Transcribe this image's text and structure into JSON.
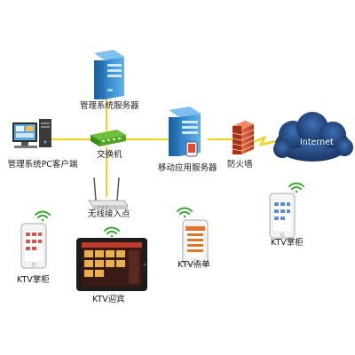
{
  "nodes": {
    "mgmt_server": "管理系统服务器",
    "switch": "交换机",
    "mgmt_pc": "管理系统PC客户端",
    "mobile_server": "移动应用服务器",
    "firewall": "防火墙",
    "internet": "Internet",
    "wireless_ap": "无线接入点",
    "ktv_cabinet_left": "KTV掌柜",
    "ktv_welcome": "KTV迎宾",
    "ktv_order": "KTV点单",
    "ktv_cabinet_right": "KTV掌柜"
  },
  "colors": {
    "line": "#f2d21a",
    "wifi": "#39a935",
    "server": "#3a8fd0",
    "firewall": "#d24a2b",
    "cloud": "#1f3f78"
  }
}
